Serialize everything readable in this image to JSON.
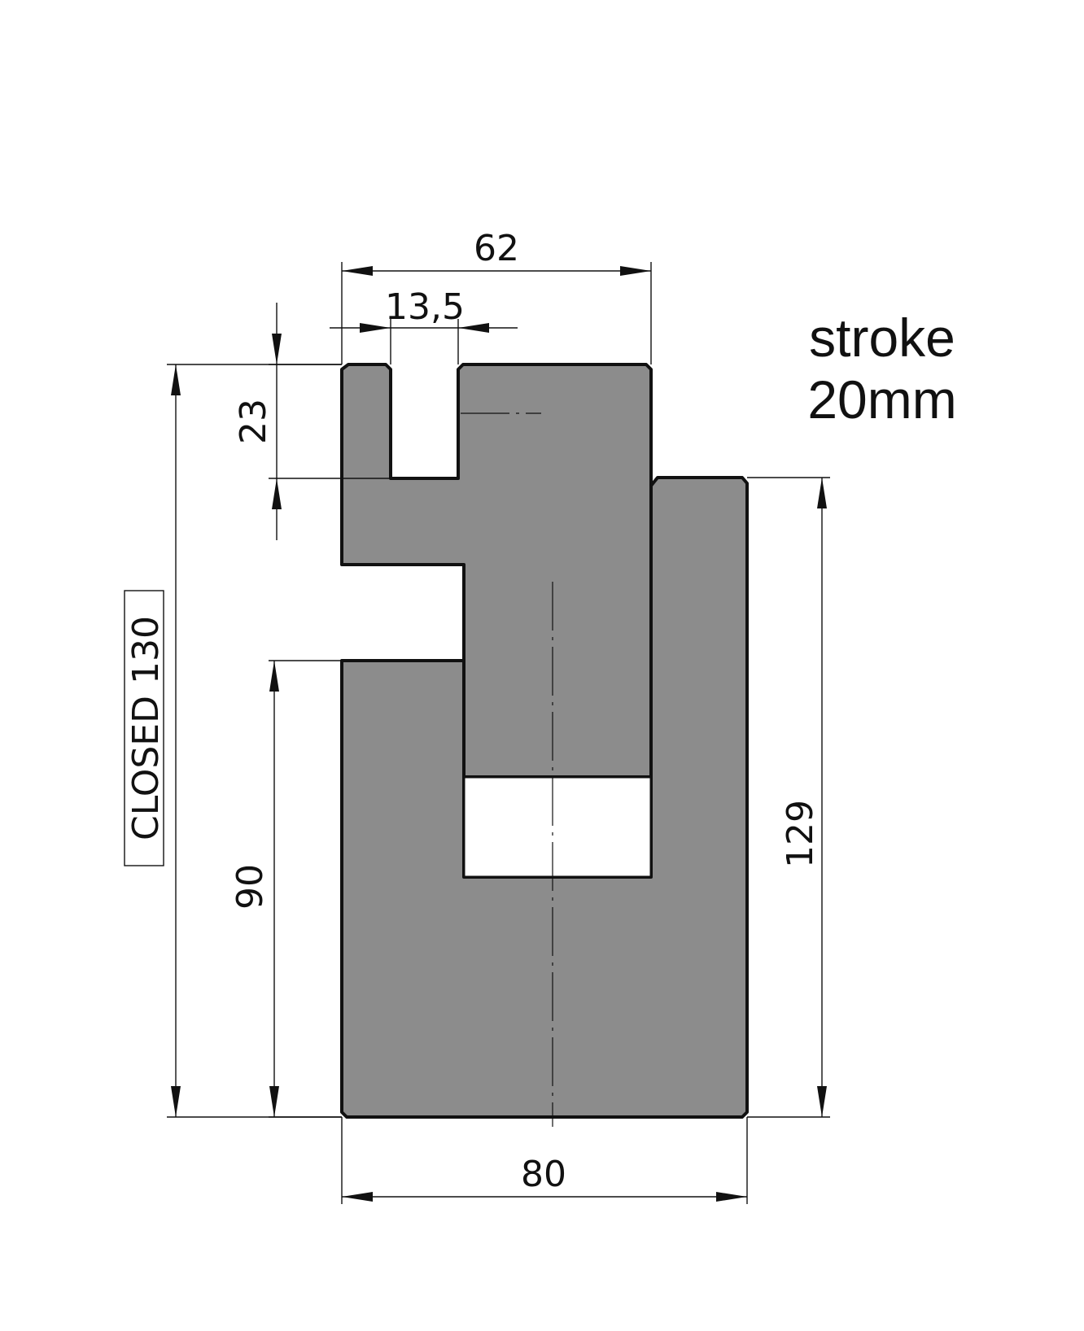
{
  "dimensions": {
    "top_width": "62",
    "slot_width": "13,5",
    "slot_depth": "23",
    "closed_height": "CLOSED 130",
    "lower_height": "90",
    "right_height": "129",
    "bottom_width": "80"
  },
  "note": {
    "line1": "stroke",
    "line2": "20mm"
  },
  "colors": {
    "part_fill": "#8c8c8c",
    "outline": "#111111",
    "background": "#ffffff"
  }
}
